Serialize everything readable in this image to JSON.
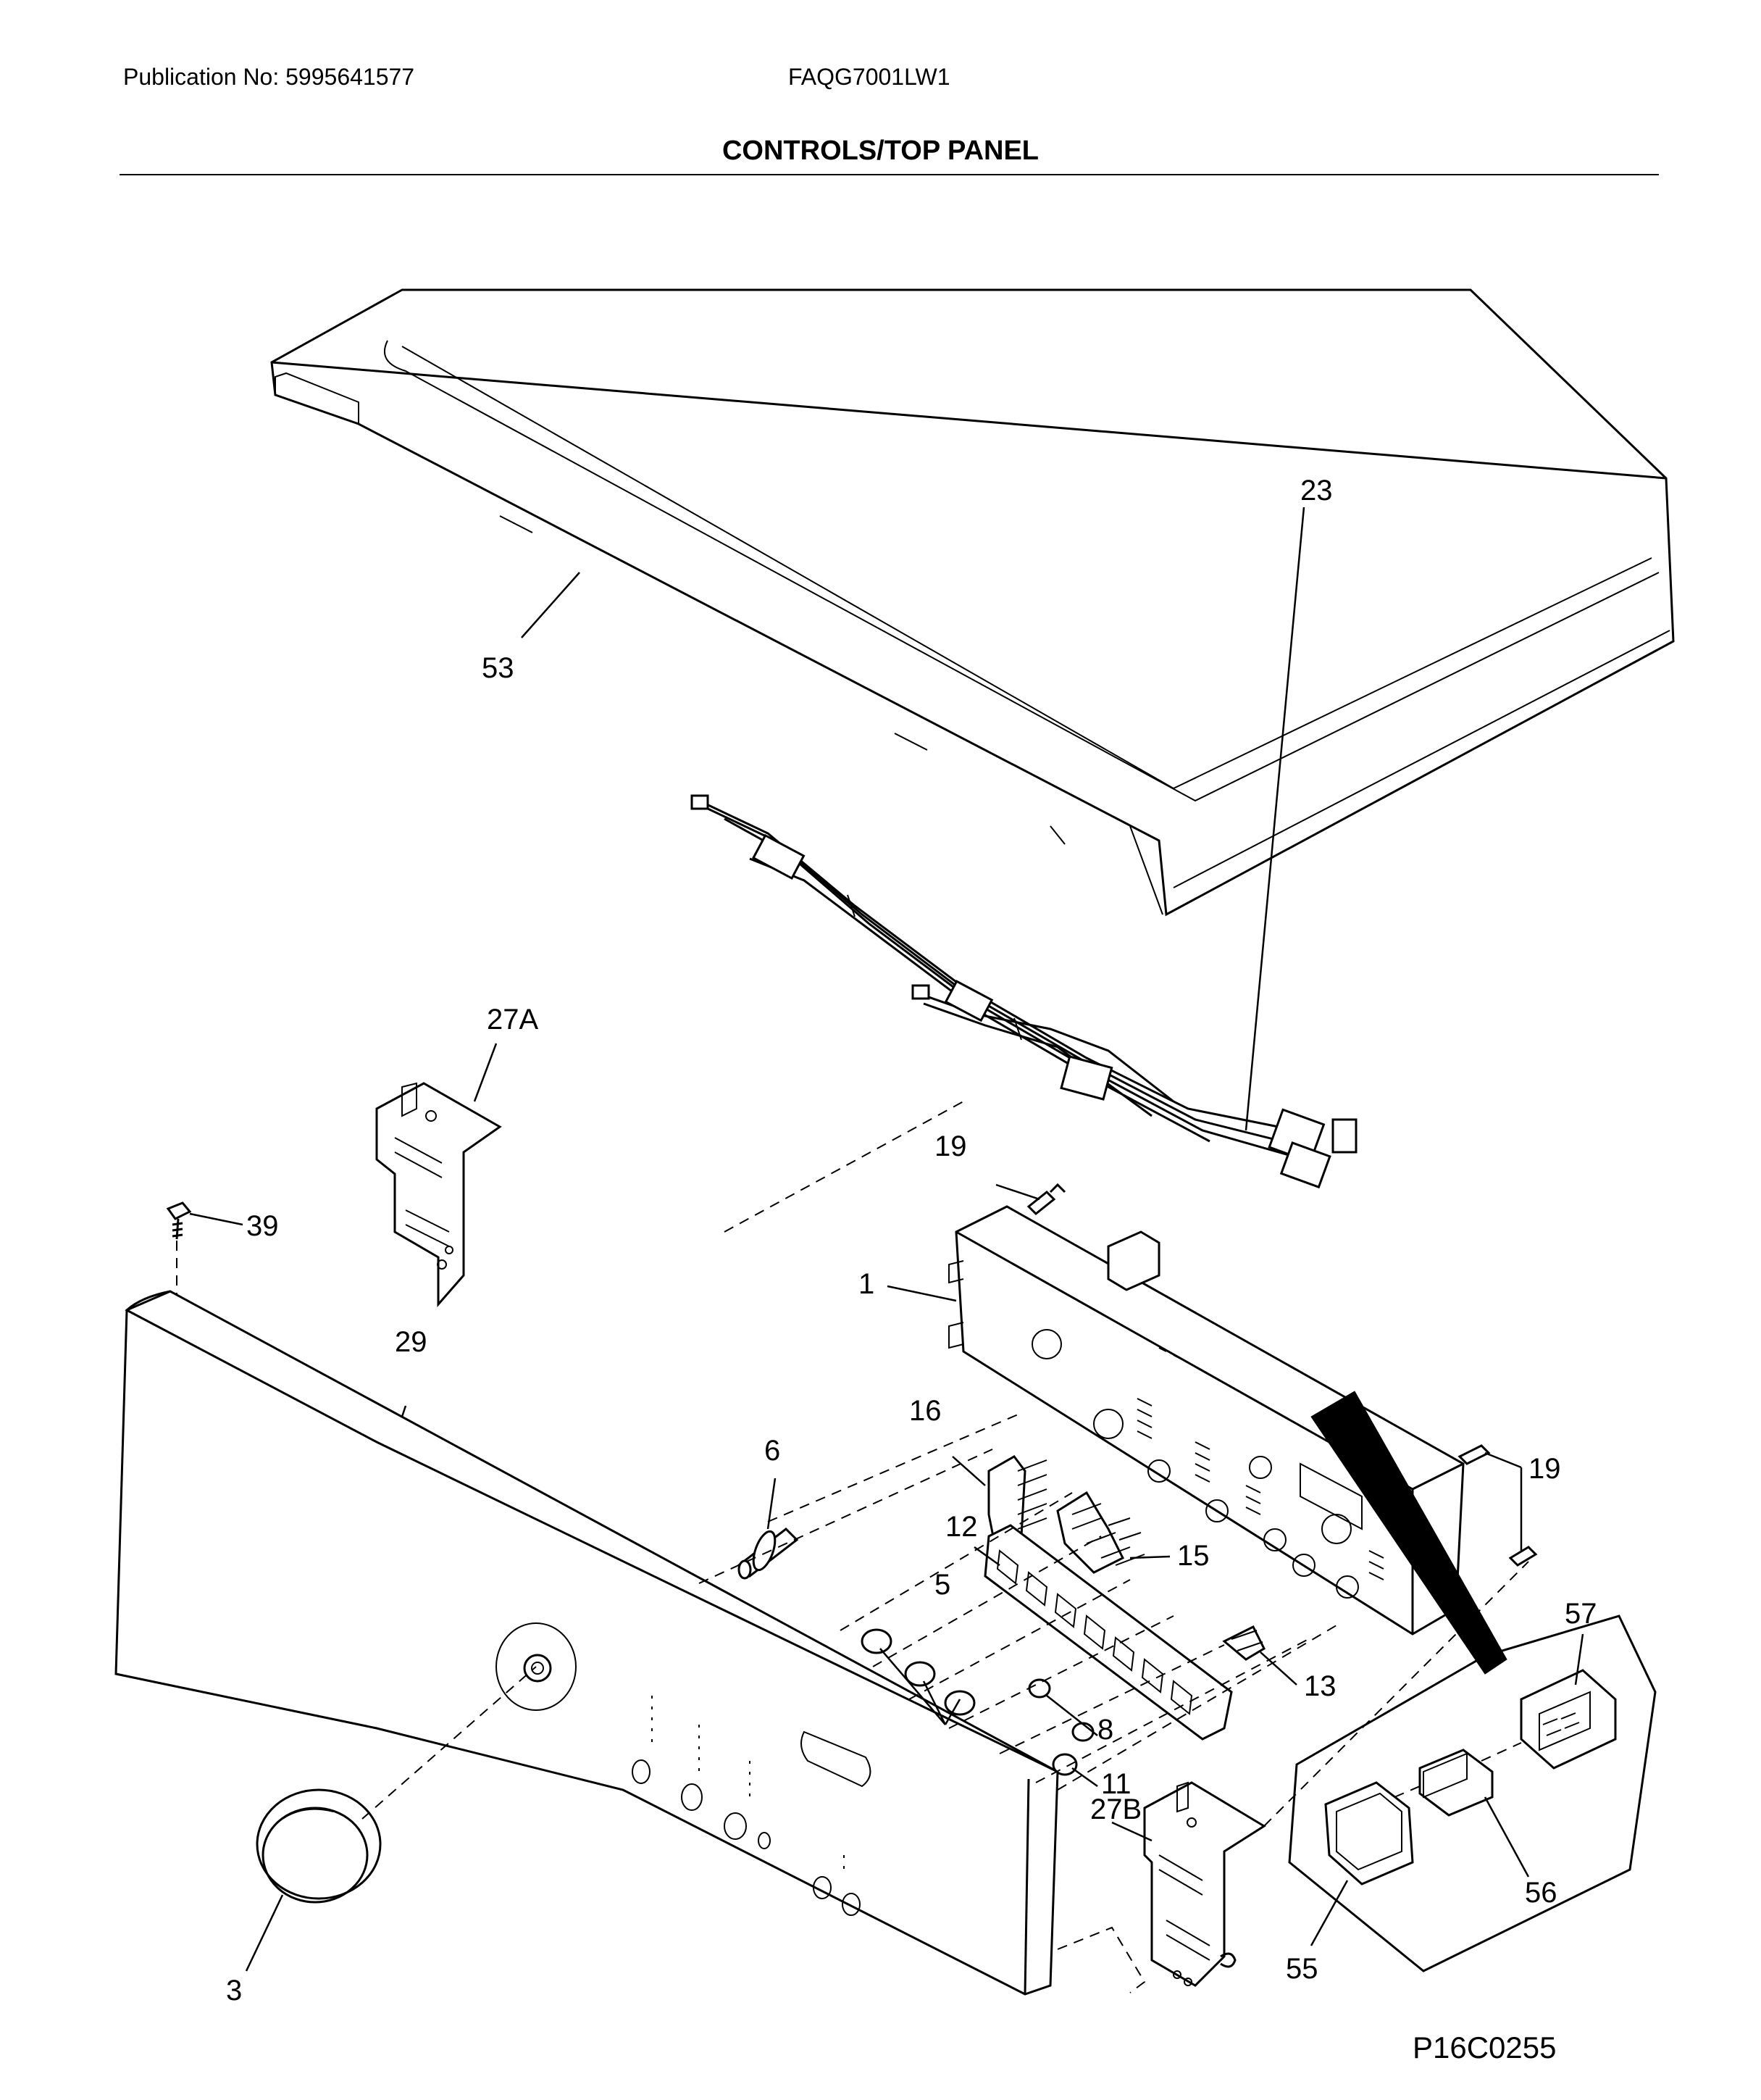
{
  "header": {
    "publication": "Publication No: 5995641577",
    "model": "FAQG7001LW1",
    "title": "CONTROLS/TOP PANEL"
  },
  "diagram": {
    "code": "P16C0255",
    "callouts": {
      "c53": "53",
      "c23": "23",
      "c27a": "27A",
      "c19a": "19",
      "c39": "39",
      "c1": "1",
      "c29": "29",
      "c16": "16",
      "c6": "6",
      "c19b": "19",
      "c12": "12",
      "c15": "15",
      "c5": "5",
      "c57": "57",
      "c13": "13",
      "c8": "8",
      "c11": "11",
      "c27b": "27B",
      "c56": "56",
      "c3": "3",
      "c55": "55"
    }
  }
}
